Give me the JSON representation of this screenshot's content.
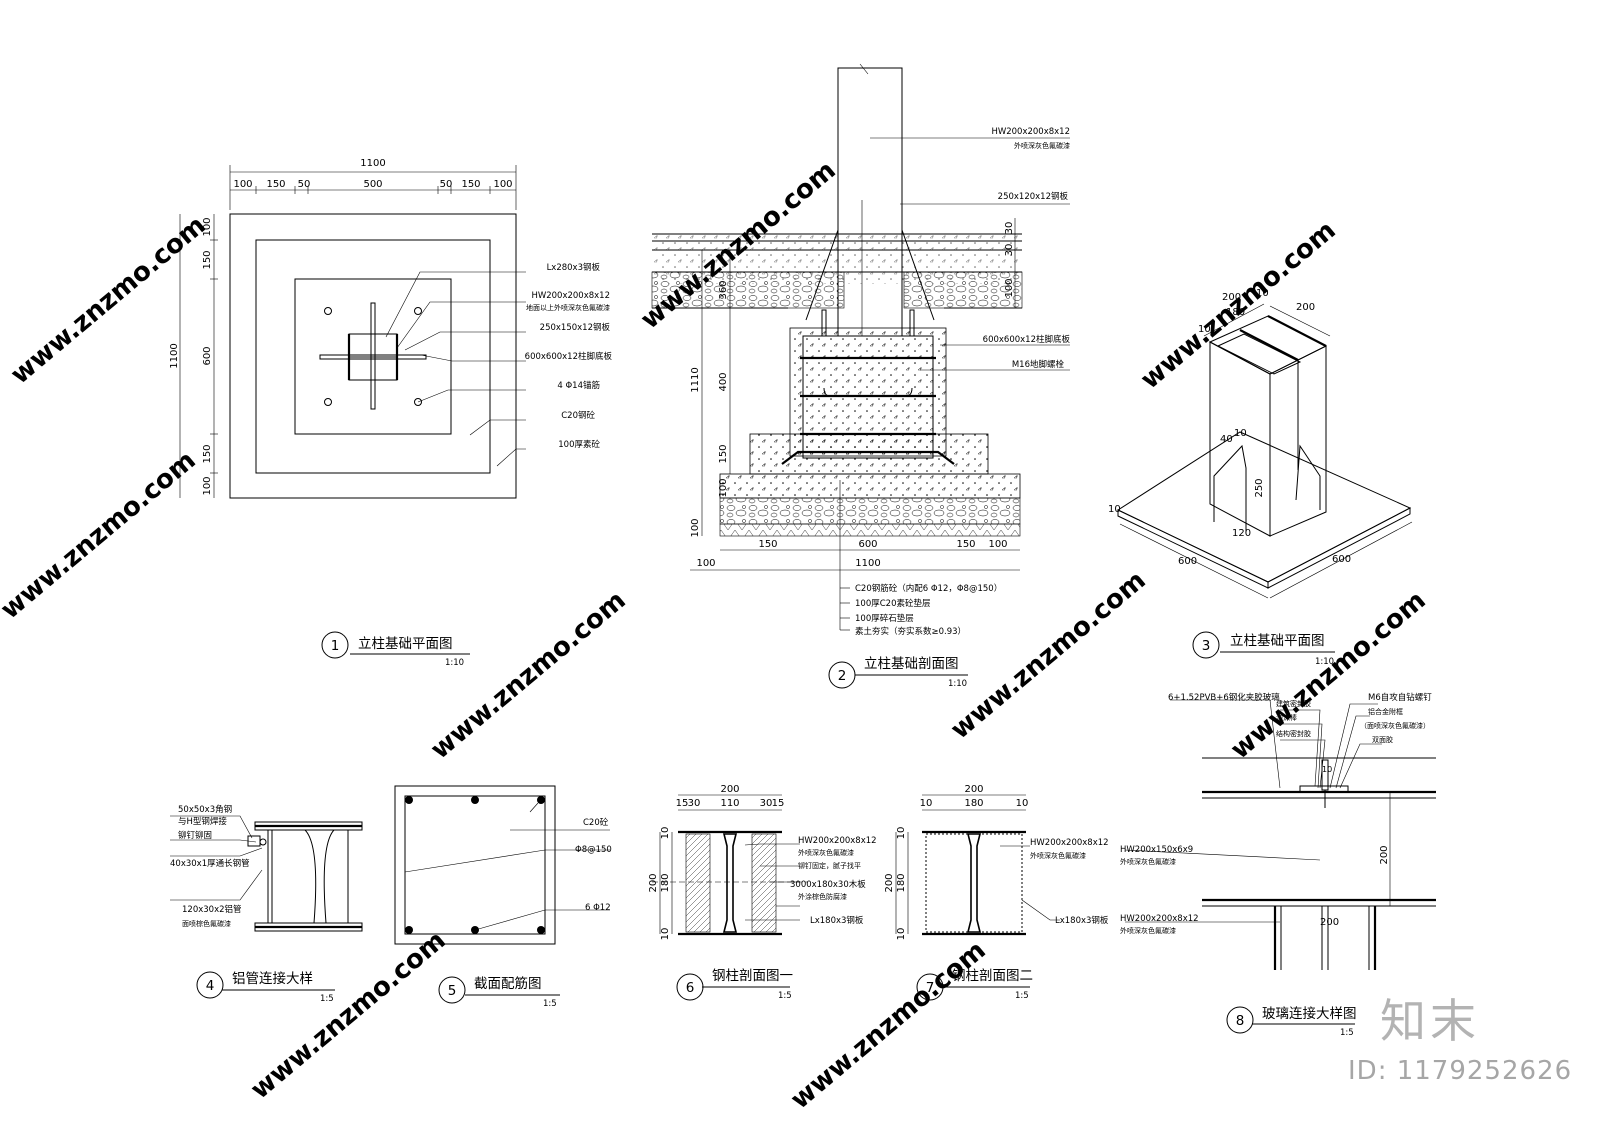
{
  "watermark": {
    "site": "www.znzmo.com",
    "brand": "知末",
    "id": "ID: 1179252626"
  },
  "drawings": {
    "d1": {
      "num": "1",
      "title": "立柱基础平面图",
      "scale": "1:10",
      "dims_top_total": "1100",
      "dims_top": [
        "100",
        "150",
        "50",
        "500",
        "50",
        "150",
        "100"
      ],
      "dims_left_total": "1100",
      "dims_left": [
        "100",
        "150",
        "600",
        "150",
        "100"
      ],
      "notes": [
        "Lx280x3钢板",
        "HW200x200x8x12",
        "地面以上外喷深灰色氟碳漆",
        "250x150x12钢板",
        "600x600x12柱脚底板",
        "4 Φ14锚筋",
        "C20钢砼",
        "100厚素砼"
      ]
    },
    "d2": {
      "num": "2",
      "title": "立柱基础剖面图",
      "scale": "1:10",
      "notes_right": [
        "HW200x200x8x12",
        "外喷深灰色氟碳漆",
        "250x120x12钢板",
        "600x600x12柱脚底板",
        "M16地脚螺栓"
      ],
      "dims_right": [
        "30",
        "30",
        "100"
      ],
      "dims_left": [
        "360",
        "1110",
        "400",
        "150",
        "100",
        "100"
      ],
      "dims_bottom": [
        "150",
        "600",
        "150",
        "100",
        "1100",
        "100"
      ],
      "notes_bottom": [
        "C20钢筋砼（内配6 Φ12，Φ8@150）",
        "100厚C20素砼垫层",
        "100厚碎石垫层",
        "素土夯实（夯实系数≥0.93）"
      ]
    },
    "d3": {
      "num": "3",
      "title": "立柱基础平面图",
      "scale": "1:10",
      "dims": [
        "200",
        "180",
        "10",
        "200",
        "10",
        "40",
        "10",
        "250",
        "120",
        "10",
        "600",
        "600"
      ]
    },
    "d4": {
      "num": "4",
      "title": "铝管连接大样",
      "scale": "1:5",
      "notes": [
        "50x50x3角钢",
        "与H型钢焊接",
        "铆钉铆固",
        "40x30x1厚通长钢管",
        "120x30x2铝管",
        "面喷棕色氟碳漆"
      ]
    },
    "d5": {
      "num": "5",
      "title": "截面配筋图",
      "scale": "1:5",
      "notes": [
        "C20砼",
        "Φ8@150",
        "6 Φ12"
      ]
    },
    "d6": {
      "num": "6",
      "title": "钢柱剖面图一",
      "scale": "1:5",
      "dims_top_total": "200",
      "dims_top": [
        "15",
        "30",
        "110",
        "30",
        "15"
      ],
      "dims_left": [
        "200",
        "180",
        "10",
        "10"
      ],
      "notes": [
        "HW200x200x8x12",
        "外喷深灰色氟碳漆",
        "铆钉固定，腻子找平",
        "3000x180x30木板",
        "外涂棕色防腐漆",
        "Lx180x3钢板"
      ]
    },
    "d7": {
      "num": "7",
      "title": "钢柱剖面图二",
      "scale": "1:5",
      "dims_top_total": "200",
      "dims_top": [
        "10",
        "180",
        "10"
      ],
      "dims_left": [
        "200",
        "180",
        "10",
        "10"
      ],
      "notes": [
        "HW200x200x8x12",
        "外喷深灰色氟碳漆",
        "Lx180x3钢板"
      ]
    },
    "d8": {
      "num": "8",
      "title": "玻璃连接大样图",
      "scale": "1:5",
      "notes_top": [
        "6+1.52PVB+6钢化夹胶玻璃",
        "建筑密封胶",
        "泡沫棒",
        "结构密封胶",
        "M6自攻自钻螺钉",
        "铝合金附框",
        "（面喷深灰色氟碳漆）",
        "双面胶"
      ],
      "notes_mid": [
        "HW200x150x6x9",
        "外喷深灰色氟碳漆",
        "HW200x200x8x12",
        "外喷深灰色氟碳漆"
      ],
      "dims": [
        "10",
        "200",
        "200"
      ]
    }
  }
}
